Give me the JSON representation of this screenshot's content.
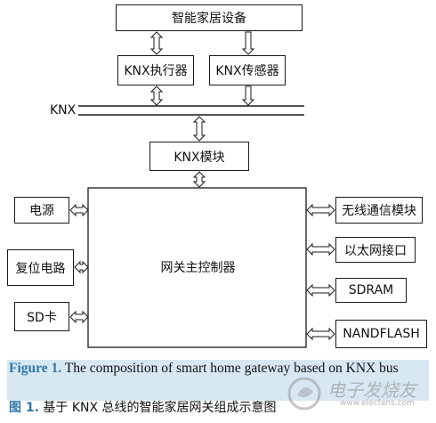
{
  "diagram": {
    "top_device": "智能家居设备",
    "actuator": "KNX执行器",
    "sensor": "KNX传感器",
    "bus_label": "KNX",
    "knx_module": "KNX模块",
    "controller": "网关主控制器",
    "left": [
      "电源",
      "复位电路",
      "SD卡"
    ],
    "right": [
      "无线通信模块",
      "以太网接口",
      "SDRAM",
      "NANDFLASH"
    ]
  },
  "caption": {
    "en_label": "Figure 1.",
    "en_text": " The composition of smart home gateway based on KNX bus",
    "zh_label": "图 1.",
    "zh_text": " 基于 KNX 总线的智能家居网关组成示意图"
  },
  "watermark": {
    "text": "电子发烧友",
    "url": "www.elecfans.com"
  },
  "colors": {
    "caption_band": "#d7e8f2",
    "label_blue": "#2f78a9",
    "stroke": "#1a1a1a"
  }
}
